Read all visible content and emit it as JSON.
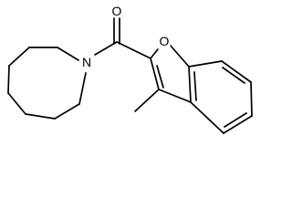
{
  "atoms": {
    "oxygen_carbonyl": "O",
    "oxygen_furan": "O",
    "nitrogen": "N"
  },
  "colors": {
    "bond": "#000000",
    "background": "#ffffff"
  }
}
